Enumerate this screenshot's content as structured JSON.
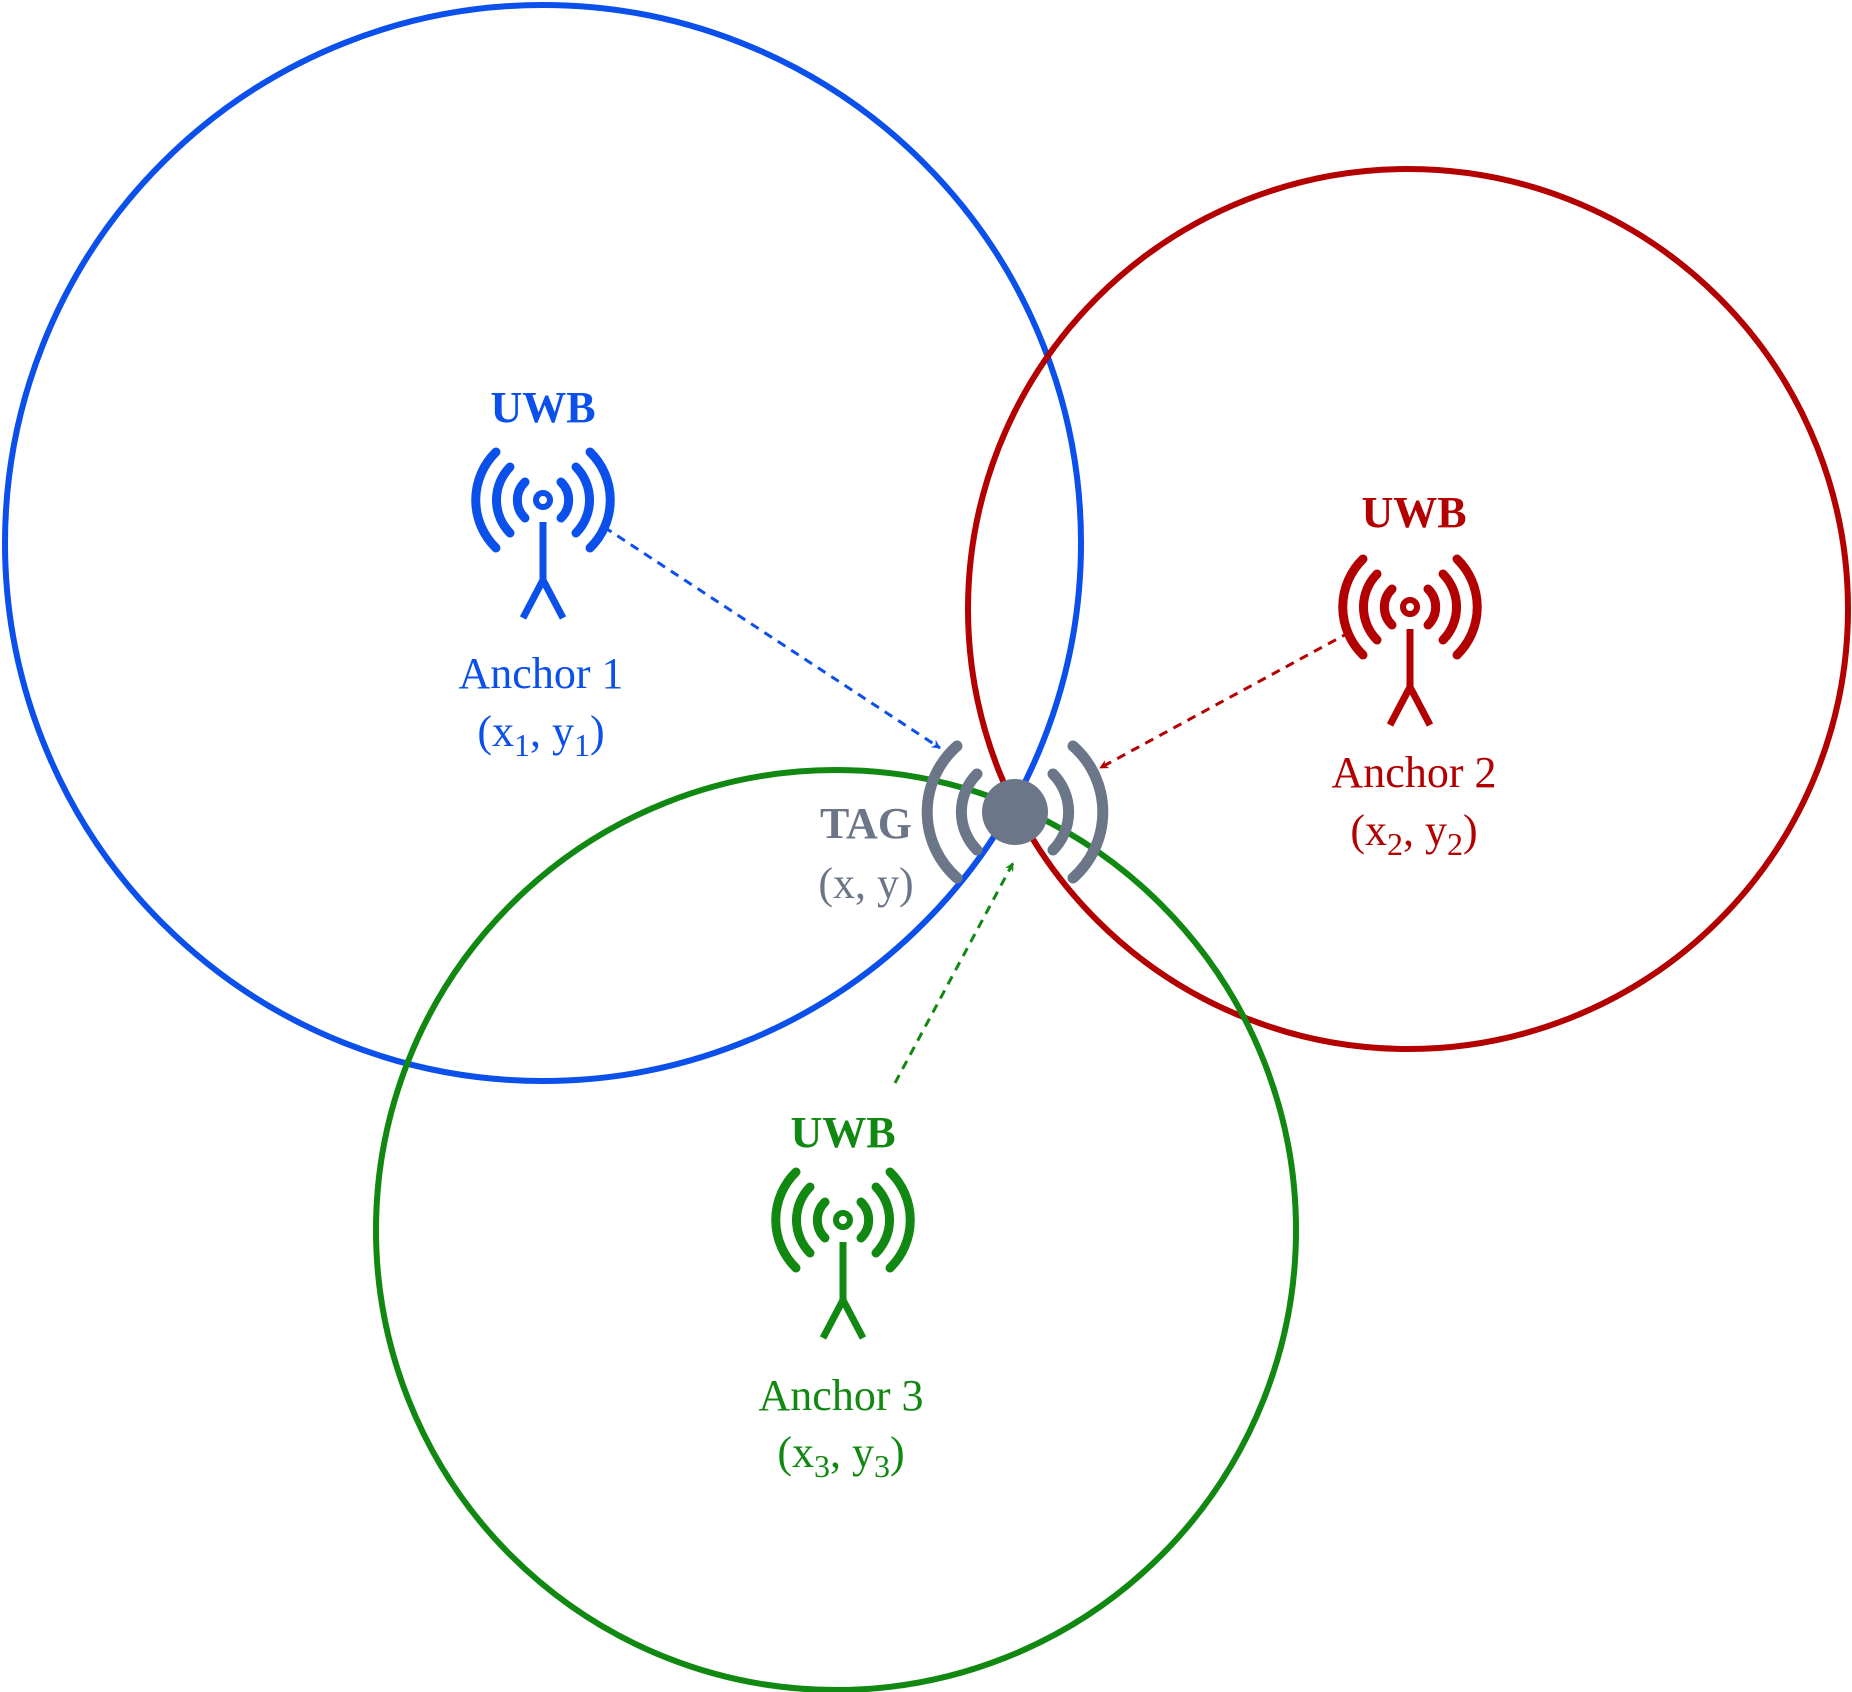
{
  "colors": {
    "anchor1": "#0b50ea",
    "anchor2": "#b30000",
    "anchor3": "#118811",
    "tag": "#6b7789"
  },
  "anchors": [
    {
      "uwb_label": "UWB",
      "name": "Anchor 1",
      "coord": {
        "open": "(x",
        "sub_x": "1",
        "mid": ", y",
        "sub_y": "1",
        "close": ")"
      },
      "icon": "antenna-icon"
    },
    {
      "uwb_label": "UWB",
      "name": "Anchor 2",
      "coord": {
        "open": "(x",
        "sub_x": "2",
        "mid": ", y",
        "sub_y": "2",
        "close": ")"
      },
      "icon": "antenna-icon"
    },
    {
      "uwb_label": "UWB",
      "name": "Anchor 3",
      "coord": {
        "open": "(x",
        "sub_x": "3",
        "mid": ", y",
        "sub_y": "3",
        "close": ")"
      },
      "icon": "antenna-icon"
    }
  ],
  "tag": {
    "label": "TAG",
    "coord": "(x, y)",
    "icon": "tag-signal-icon"
  }
}
